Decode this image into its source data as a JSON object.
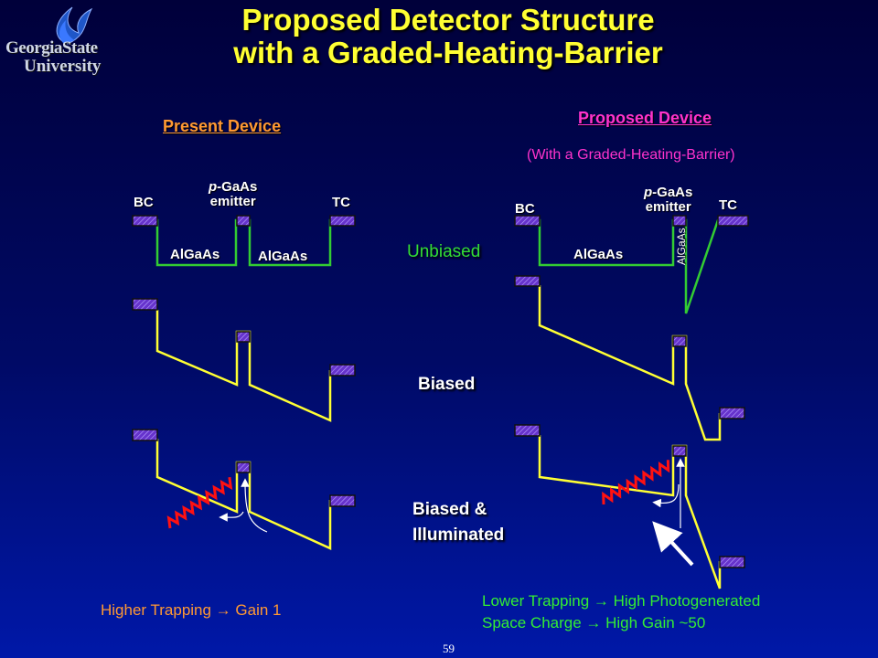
{
  "logo": {
    "line1": "GeorgiaState",
    "line2": "University"
  },
  "title": {
    "line1": "Proposed Detector Structure",
    "line2": "with a Graded-Heating-Barrier"
  },
  "present": {
    "heading": "Present Device",
    "bc": "BC",
    "tc": "TC",
    "emitter_doping": "p",
    "emitter_material": "-GaAs",
    "emitter_word": "emitter",
    "barrier_left": "AlGaAs",
    "barrier_right": "AlGaAs",
    "caption": "Higher Trapping → Gain 1"
  },
  "proposed": {
    "heading": "Proposed Device",
    "subheading": "(With a Graded-Heating-Barrier)",
    "bc": "BC",
    "tc": "TC",
    "emitter_doping": "p",
    "emitter_material": "-GaAs",
    "emitter_word": "emitter",
    "barrier_left": "AlGaAs",
    "barrier_graded": "AlGaAs",
    "caption_line1": "Lower Trapping → High Photogenerated",
    "caption_line2": "Space Charge → High Gain ~50"
  },
  "states": {
    "unbiased": "Unbiased",
    "biased": "Biased",
    "illuminated_line1": "Biased &",
    "illuminated_line2": "Illuminated"
  },
  "page_number": "59",
  "colors": {
    "title": "#ffff33",
    "present_heading": "#ff9933",
    "proposed_heading": "#ff33cc",
    "unbiased_band": "#33cc33",
    "biased_band": "#ffff33",
    "photon": "#ff1111",
    "state_unbiased": "#33dd33",
    "caption_present": "#ff9933",
    "caption_proposed": "#33ee33",
    "contact_fill": "#6633cc"
  }
}
